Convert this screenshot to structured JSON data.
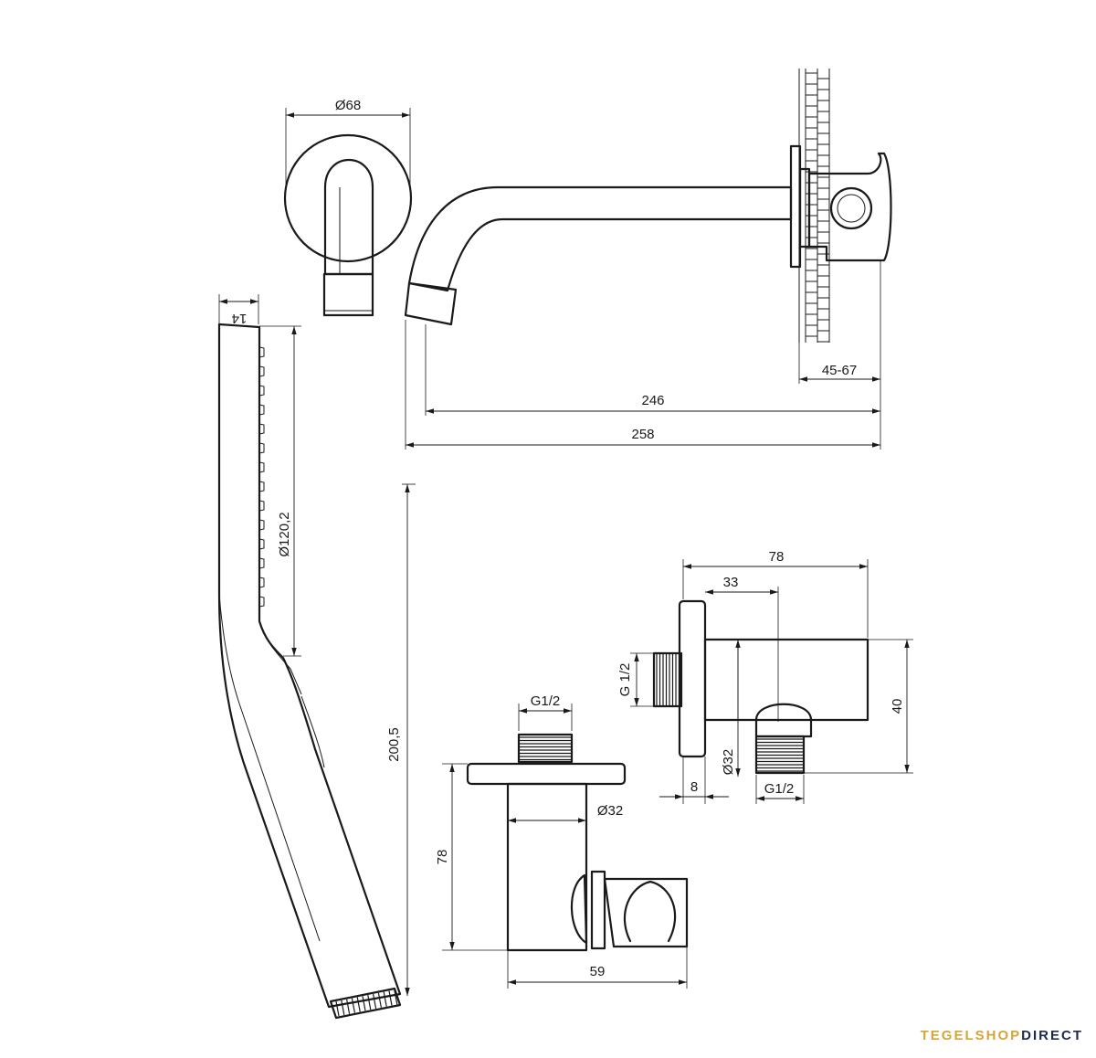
{
  "dimensions": {
    "spout_rosette_diameter": "Ø68",
    "spout_length_246": "246",
    "spout_length_258": "258",
    "wall_depth": "45-67",
    "handshower_thickness": "14",
    "handshower_head_diameter": "Ø120,2",
    "handshower_length": "200,5",
    "holder_thread": "G1/2",
    "holder_body_diameter": "Ø32",
    "holder_height": "78",
    "holder_width": "59",
    "outlet_length": "78",
    "outlet_axis": "33",
    "outlet_inlet_thread": "G 1/2",
    "outlet_height": "40",
    "outlet_body_diameter": "Ø32",
    "outlet_flange": "8",
    "outlet_outlet_thread": "G1/2"
  },
  "logo": {
    "part1": "TEGELSHOP",
    "part2": "DIRECT"
  }
}
